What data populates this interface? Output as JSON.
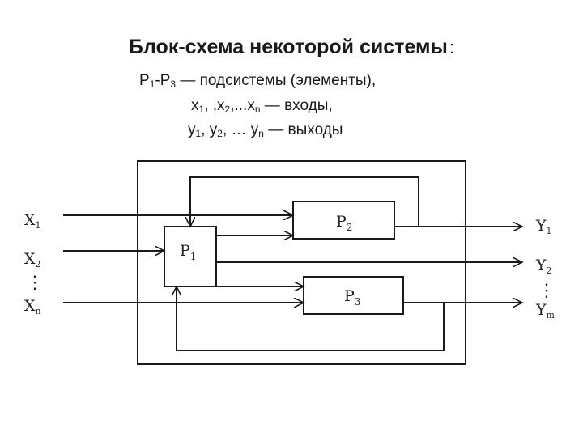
{
  "header": {
    "title": "Блок-схема некоторой системы",
    "title_colon": ":"
  },
  "legend": {
    "line1": {
      "a": "P",
      "a_sub": "1",
      "dash": "-P",
      "b_sub": "3",
      "text": " — подсистемы (элементы),"
    },
    "line2": {
      "x1": "x",
      "x1_sub": "1",
      "sep1": ", ,x",
      "x2_sub": "2",
      "sep2": ",...x",
      "xn_sub": "n",
      "text": " — входы,"
    },
    "line3": {
      "y1": "y",
      "y1_sub": "1",
      "sep1": ", y",
      "y2_sub": "2",
      "sep2": ", … y",
      "yn_sub": "n",
      "text": " — выходы"
    }
  },
  "diagram": {
    "blocks": {
      "p1": {
        "main": "P",
        "sub": "1"
      },
      "p2": {
        "main": "P",
        "sub": "2"
      },
      "p3": {
        "main": "P",
        "sub": "3"
      }
    },
    "inputs": [
      {
        "main": "X",
        "sub": "1"
      },
      {
        "main": "X",
        "sub": "2"
      },
      {
        "main": "X",
        "sub": "n"
      }
    ],
    "outputs": [
      {
        "main": "Y",
        "sub": "1"
      },
      {
        "main": "Y",
        "sub": "2"
      },
      {
        "main": "Y",
        "sub": "m"
      }
    ],
    "ellipsis": "⋮"
  },
  "colors": {
    "ink": "#1a1a1a",
    "background": "#ffffff"
  }
}
